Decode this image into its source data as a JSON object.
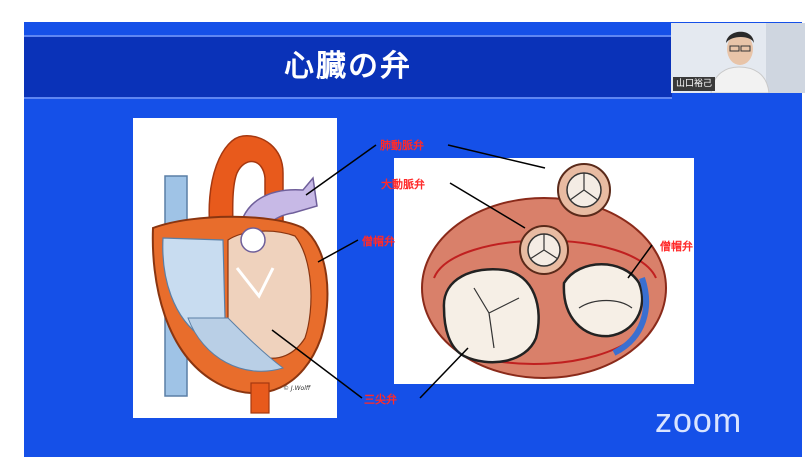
{
  "slide": {
    "title": "心臓の弁",
    "labels": {
      "pulmonary_valve": "肺動脈弁",
      "aortic_valve": "大動脈弁",
      "mitral_valve_left": "僧帽弁",
      "mitral_valve_right": "僧帽弁",
      "tricuspid_valve": "三尖弁"
    }
  },
  "webcam": {
    "participant_name": "山口裕己"
  },
  "watermark": {
    "logo_text": "zoom"
  },
  "colors": {
    "slide_bg": "#1550e8",
    "title_bar": "#0a32b8",
    "label_red": "#ff2a2a"
  }
}
